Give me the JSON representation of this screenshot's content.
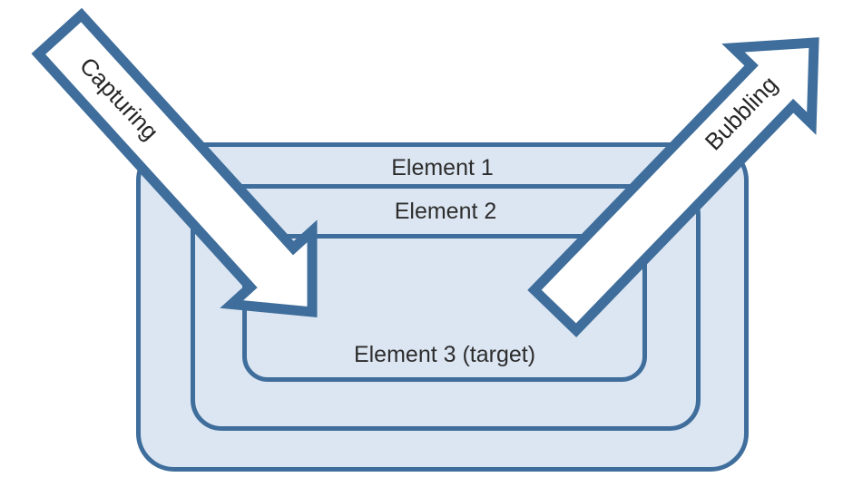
{
  "diagram": {
    "title": "DOM event flow (capturing and bubbling) diagram",
    "colors": {
      "line": "#3f6e9c",
      "box_fill": "#dce6f2",
      "arrow_fill": "#ffffff",
      "box_text": "#2d2d2d",
      "arrow_text": "#262626",
      "page_bg": "#ffffff"
    },
    "boxes": [
      {
        "id": "element-1",
        "label": "Element 1"
      },
      {
        "id": "element-2",
        "label": "Element 2"
      },
      {
        "id": "element-3",
        "label": "Element 3 (target)"
      }
    ],
    "arrows": [
      {
        "id": "capturing",
        "label": "Capturing",
        "direction": "down-right into target"
      },
      {
        "id": "bubbling",
        "label": "Bubbling",
        "direction": "up-right out of target"
      }
    ]
  }
}
